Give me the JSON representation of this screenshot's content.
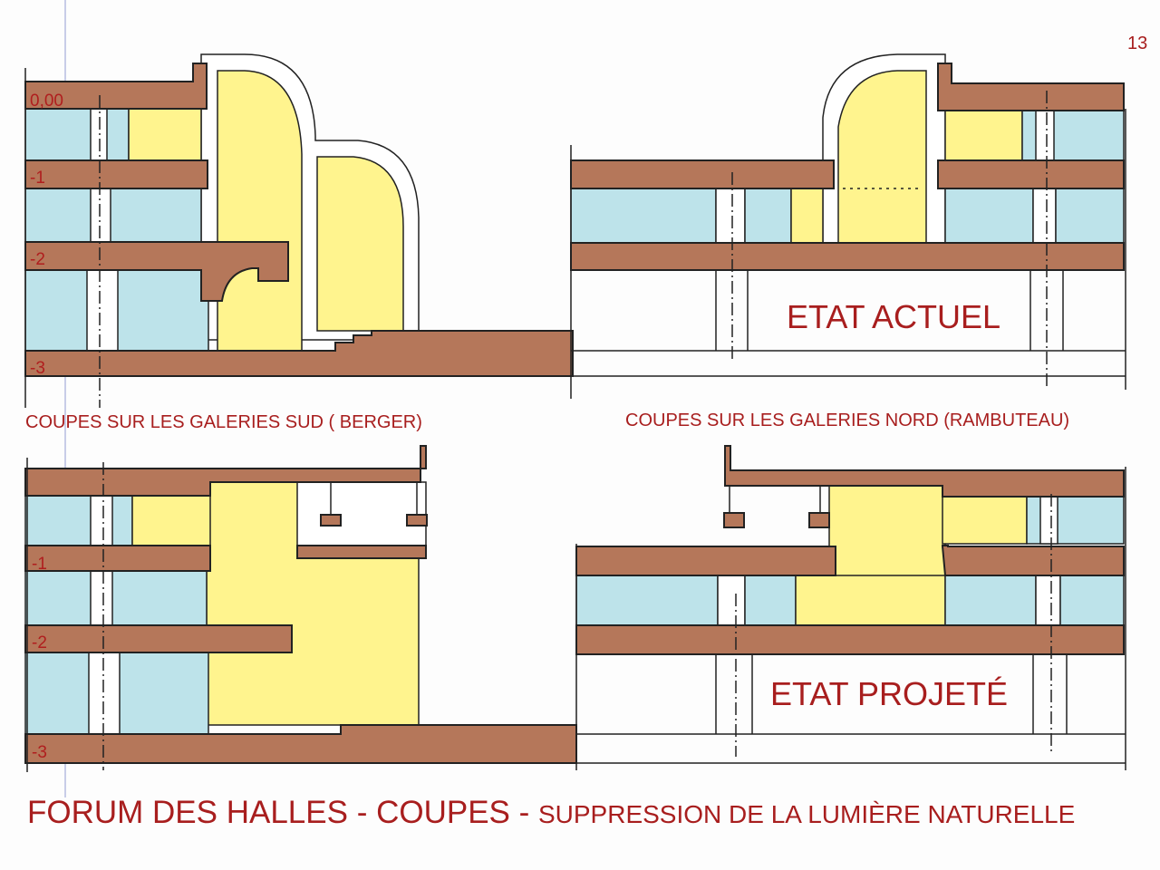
{
  "page_number": "13",
  "levels": {
    "l0": "0,00",
    "l1": "-1",
    "l2": "-2",
    "l3": "-3"
  },
  "captions": {
    "south": "COUPES SUR LES GALERIES SUD ( BERGER)",
    "north": "COUPES SUR LES GALERIES NORD (RAMBUTEAU)"
  },
  "states": {
    "current": "ETAT ACTUEL",
    "projected": "ETAT PROJETÉ"
  },
  "title": {
    "main": "FORUM DES HALLES - COUPES - ",
    "sub": "SUPPRESSION DE LA LUMIÈRE NATURELLE"
  },
  "colors": {
    "slab": "#b5775a",
    "shops": "#bde3ea",
    "light_void": "#fff48e",
    "text": "#a81e1e"
  }
}
